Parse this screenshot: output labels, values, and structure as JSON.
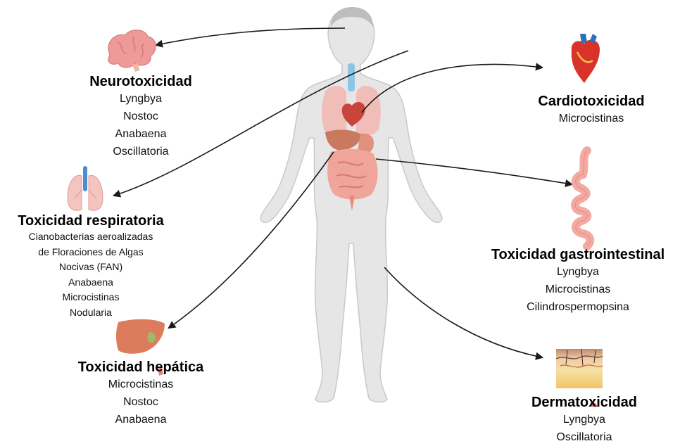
{
  "groups": {
    "neuro": {
      "title": "Neurotoxicidad",
      "items": [
        "Lyngbya",
        "Nostoc",
        "Anabaena",
        "Oscillatoria"
      ]
    },
    "cardio": {
      "title": "Cardiotoxicidad",
      "items": [
        "Microcistinas"
      ]
    },
    "respiratoria": {
      "title": "Toxicidad respiratoria",
      "items": [
        "Cianobacterias aeroalizadas",
        "de Floraciones de Algas",
        "Nocivas (FAN)",
        "Anabaena",
        "Microcistinas",
        "Nodularia"
      ]
    },
    "gastro": {
      "title": "Toxicidad gastrointestinal",
      "items": [
        "Lyngbya",
        "Microcistinas",
        "Cilindrospermopsina"
      ]
    },
    "hepatica": {
      "title": "Toxicidad hepática",
      "items": [
        "Microcistinas",
        "Nostoc",
        "Anabaena"
      ]
    },
    "dermato": {
      "title": "Dermatoxicidad",
      "items": [
        "Lyngbya",
        "Oscillatoria"
      ]
    }
  },
  "icons": [
    "brain-icon",
    "heart-icon",
    "lungs-icon",
    "intestine-icon",
    "liver-icon",
    "skin-icon",
    "human-body-figure"
  ],
  "colors": {
    "body": "#e6e6e6",
    "body_outline": "#c9c9c9",
    "organ_red": "#e57e73",
    "arrow": "#1a1a1a",
    "text": "#000000"
  }
}
